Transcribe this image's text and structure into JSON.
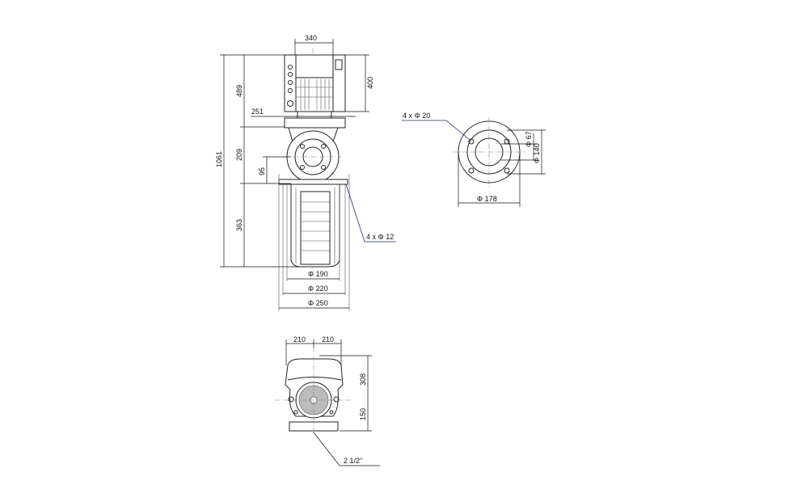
{
  "front_view": {
    "dims": {
      "motor_width": "340",
      "motor_height": "400",
      "motor_total": "489",
      "overall_height": "1061",
      "flange_offset": "251",
      "head_height": "209",
      "port_height": "95",
      "base_height": "363",
      "dia_190": "Φ 190",
      "dia_220": "Φ 220",
      "dia_250": "Φ 250"
    },
    "holes_label": "4   x Φ 12"
  },
  "flange_view": {
    "holes_label": "4   x Φ 20",
    "dia_67": "Φ 67",
    "dia_140": "Φ 140",
    "dia_178": "Φ 178"
  },
  "top_view": {
    "half_width_left": "210",
    "half_width_right": "210",
    "upper_height": "308",
    "lower_height": "150",
    "connection_size": "2 1/2\""
  }
}
